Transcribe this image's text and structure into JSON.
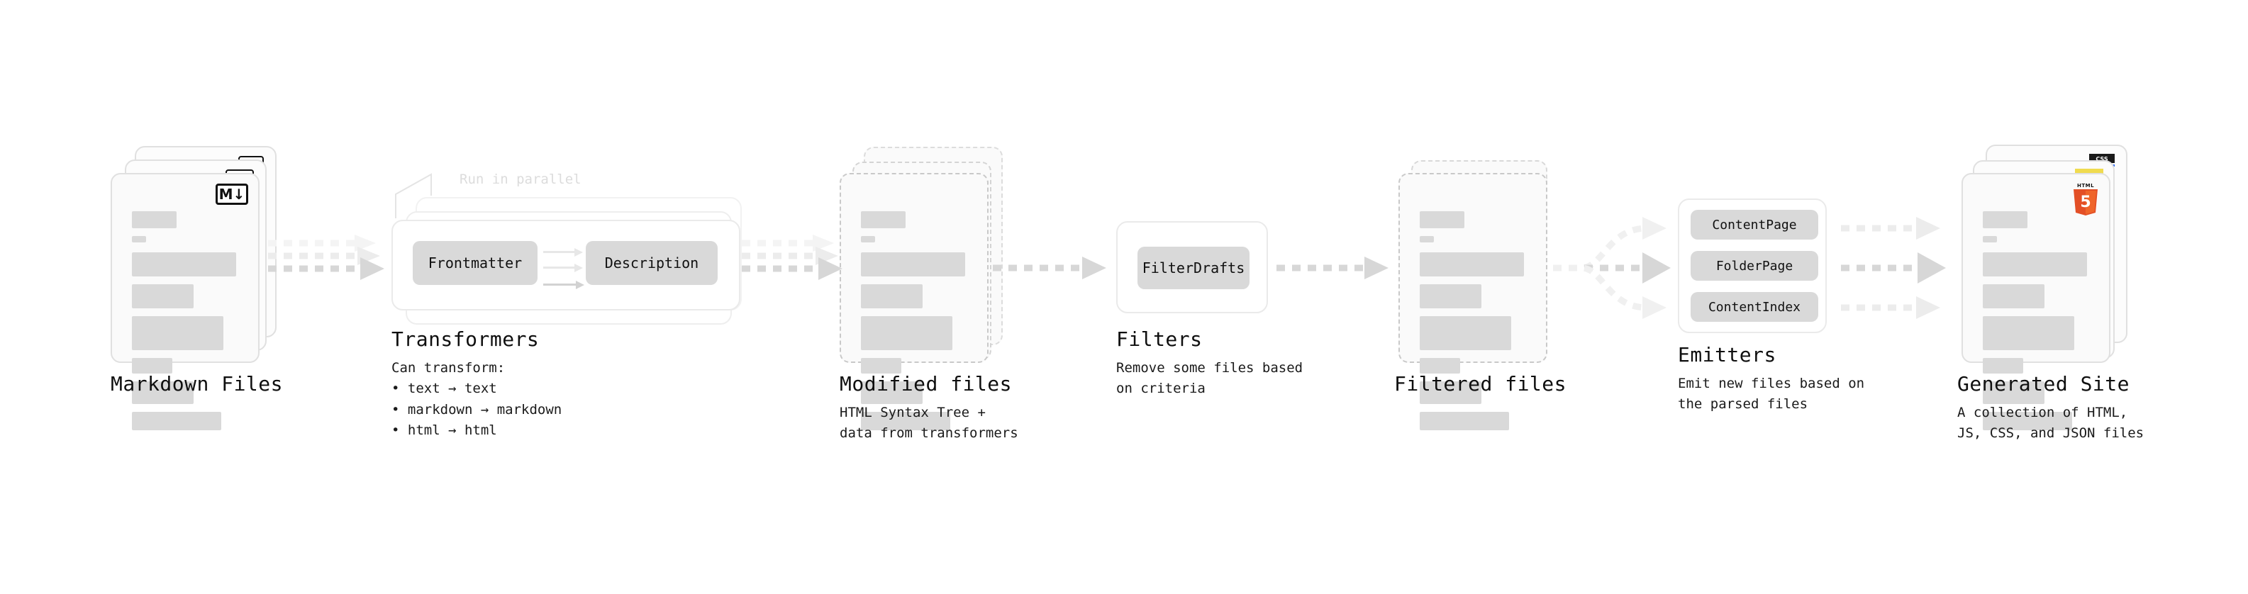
{
  "theme": {
    "bg": "#ffffff",
    "card_bg": "#fafafa",
    "card_border": "#e0e0e0",
    "dashed_border": "#c9c9c9",
    "bar": "#d9d9d9",
    "chip": "#d9d9d9",
    "arrow": "#d7d7d7",
    "text": "#0f0f0f",
    "ghost_text": "#dcdcdc",
    "html5_orange": "#E34F26",
    "js_yellow": "#F0DB4F",
    "css_blue": "#2965F1"
  },
  "stages": [
    {
      "id": "markdown-files",
      "title": "Markdown Files",
      "caption": "",
      "icon": "markdown-badge",
      "icon_label": "M",
      "stack_count": 3
    },
    {
      "id": "transformers",
      "title": "Transformers",
      "caption": "Can transform:\n • text  →  text\n • markdown  →  markdown\n • html  →  html",
      "annotation": "Run in parallel",
      "chips": [
        "Frontmatter",
        "Description"
      ],
      "stack_count": 3
    },
    {
      "id": "modified-files",
      "title": "Modified files",
      "caption": "HTML Syntax Tree +\ndata from transformers",
      "stack_count": 3,
      "dashed": true
    },
    {
      "id": "filters",
      "title": "Filters",
      "caption": "Remove some files based\non criteria",
      "chips": [
        "FilterDrafts"
      ],
      "stack_count": 1
    },
    {
      "id": "filtered-files",
      "title": "Filtered files",
      "caption": "",
      "stack_count": 2,
      "dashed": true
    },
    {
      "id": "emitters",
      "title": "Emitters",
      "caption": "Emit new files based on\nthe parsed files",
      "chips": [
        "ContentPage",
        "FolderPage",
        "ContentIndex"
      ],
      "stack_count": 1
    },
    {
      "id": "generated-site",
      "title": "Generated Site",
      "caption": "A collection of HTML,\nJS, CSS, and JSON files",
      "icons": [
        "html5-badge",
        "js-badge",
        "css-badge"
      ],
      "icon_label": "HTML",
      "icon_digit": "5",
      "css_label": "CSS",
      "stack_count": 3
    }
  ],
  "connectors": [
    {
      "from": "markdown-files",
      "to": "transformers",
      "style": "dotted-fanin",
      "branches": 3
    },
    {
      "from": "transformers",
      "to": "modified-files",
      "style": "dotted-fanin",
      "branches": 3
    },
    {
      "from": "modified-files",
      "to": "filters",
      "style": "dotted",
      "branches": 1
    },
    {
      "from": "filters",
      "to": "filtered-files",
      "style": "dotted",
      "branches": 1
    },
    {
      "from": "filtered-files",
      "to": "emitters",
      "style": "dotted-fanout",
      "branches": 3
    },
    {
      "from": "emitters",
      "to": "generated-site",
      "style": "dotted-parallel",
      "branches": 3
    }
  ],
  "doc_bars": [
    {
      "w": 42,
      "h": 24
    },
    {
      "w": 13,
      "h": 9
    },
    {
      "w": 98,
      "h": 34
    },
    {
      "w": 58,
      "h": 34
    },
    {
      "w": 86,
      "h": 48
    },
    {
      "w": 38,
      "h": 22
    },
    {
      "w": 58,
      "h": 32
    },
    {
      "w": 84,
      "h": 26
    }
  ]
}
